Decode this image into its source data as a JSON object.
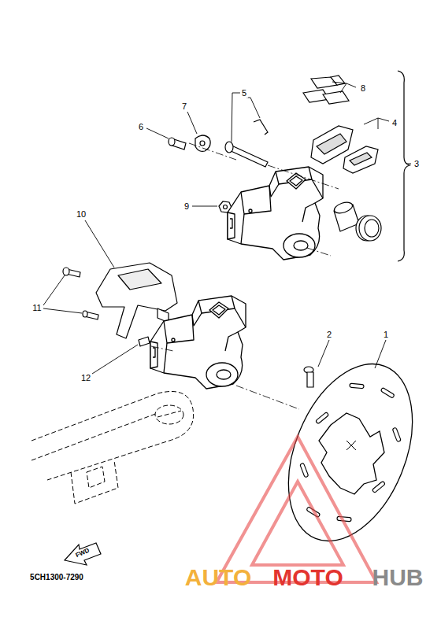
{
  "diagram": {
    "labels": [
      "1",
      "2",
      "3",
      "4",
      "5",
      "6",
      "7",
      "8",
      "9",
      "10",
      "11",
      "12",
      "FWD",
      "5CH1300-7290",
      "AUTO",
      "MOTO",
      "HUB"
    ]
  }
}
